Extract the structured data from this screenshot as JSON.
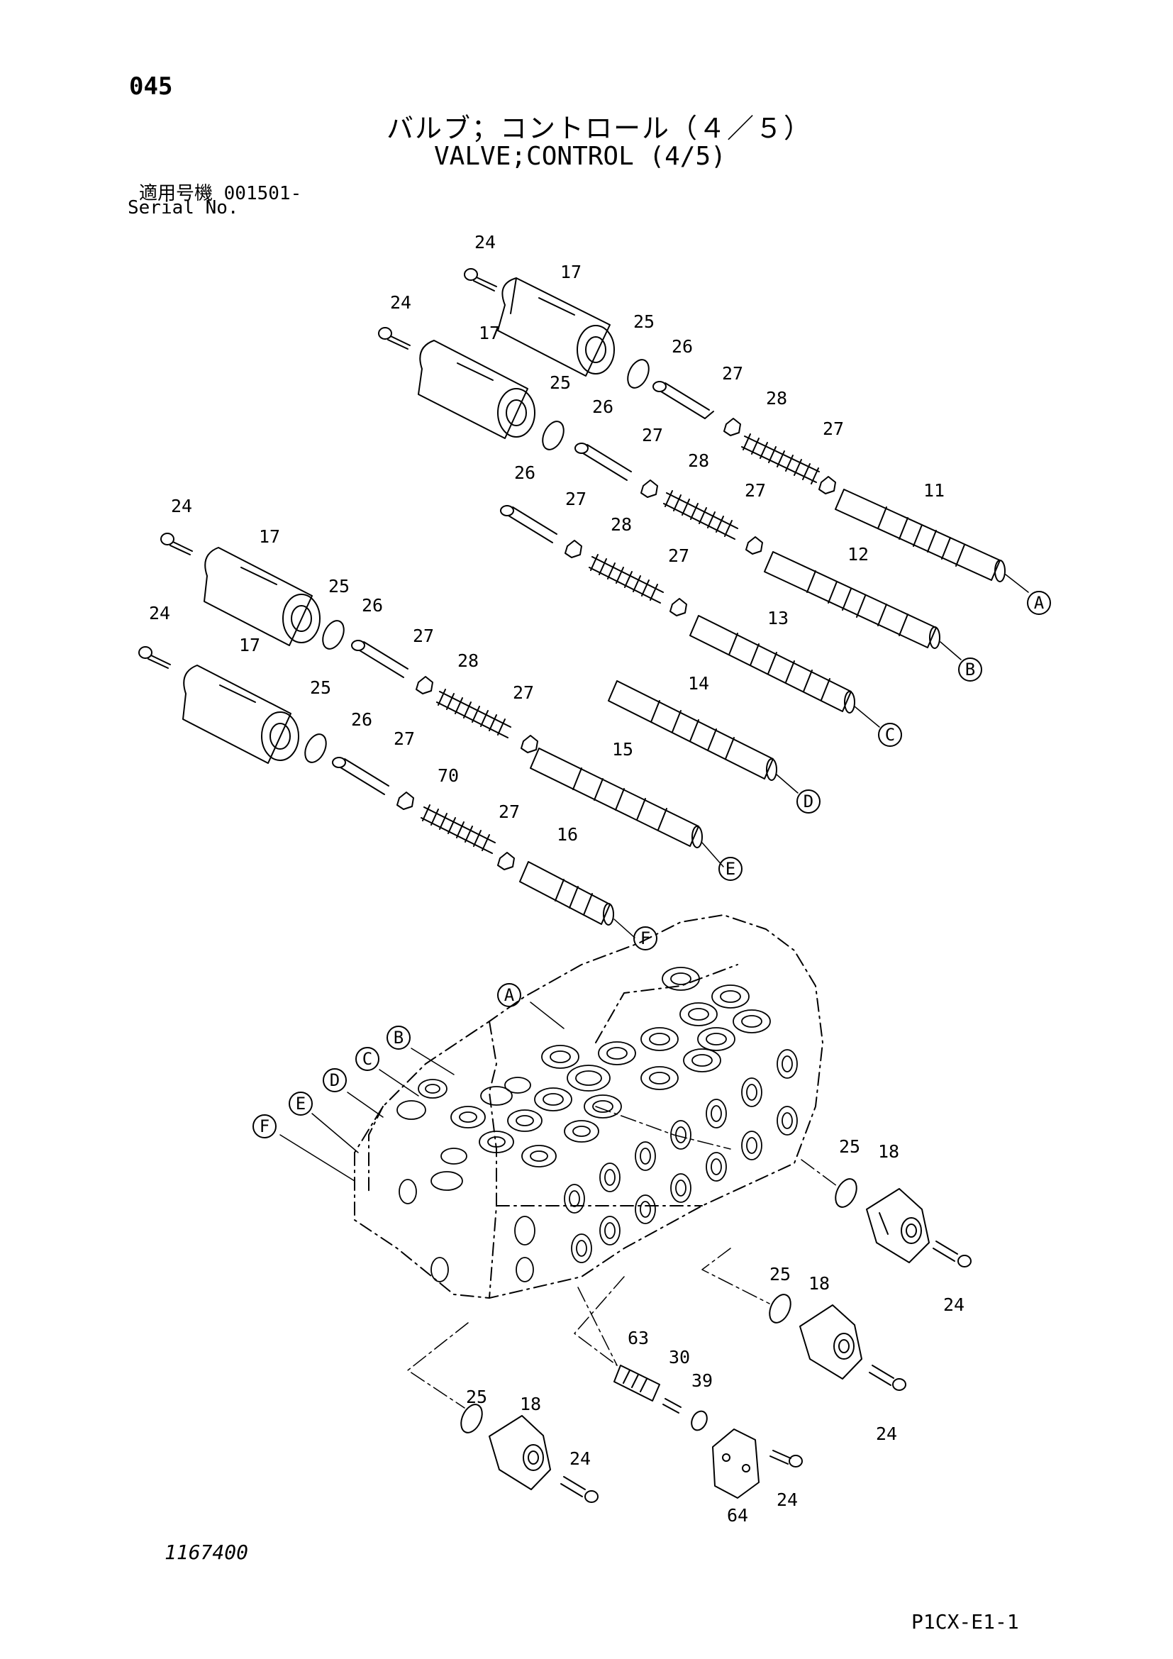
{
  "header": {
    "page_number": "045",
    "title_jp": "バルブ；コントロール（４／５）",
    "title_en": "VALVE;CONTROL (4/5)",
    "serial_jp": "適用号機 001501-",
    "serial_en": "Serial No."
  },
  "footer": {
    "drawing_number": "1167400",
    "page_code": "P1CX-E1-1"
  },
  "part_numbers": {
    "p11": "11",
    "p12": "12",
    "p13": "13",
    "p14": "14",
    "p15": "15",
    "p16": "16",
    "p17": "17",
    "p18": "18",
    "p24": "24",
    "p25": "25",
    "p26": "26",
    "p27": "27",
    "p28": "28",
    "p30": "30",
    "p39": "39",
    "p63": "63",
    "p64": "64",
    "p70": "70"
  },
  "reference_letters": [
    "A",
    "B",
    "C",
    "D",
    "E",
    "F"
  ]
}
